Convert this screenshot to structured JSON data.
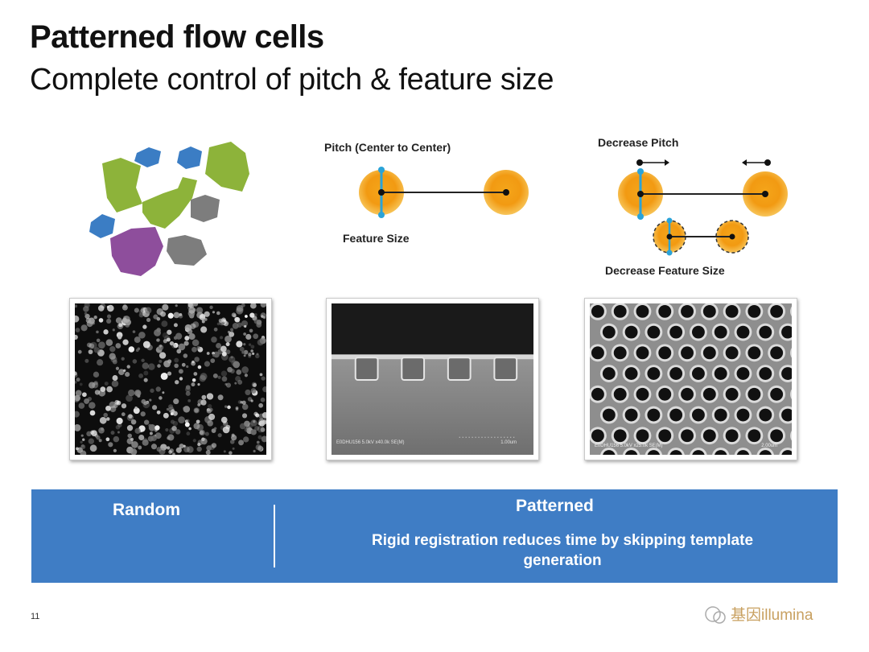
{
  "slide": {
    "title": "Patterned flow cells",
    "subtitle": "Complete control of pitch & feature size",
    "page_number": "11"
  },
  "diagram_pitch": {
    "pitch_label": "Pitch (Center to Center)",
    "feature_label": "Feature Size"
  },
  "diagram_decrease": {
    "pitch_label": "Decrease Pitch",
    "feature_label": "Decrease Feature Size"
  },
  "images": {
    "sem1_caption": "E0DHU156 5.0kV x40.0k SE(M)",
    "sem1_scale": "1.00um",
    "sem2_caption": "E0DHU156 5.0kV x25.0k SE(M)",
    "sem2_scale": "2.00um"
  },
  "banner": {
    "random_label": "Random",
    "patterned_label": "Patterned",
    "patterned_desc": "Rigid registration reduces time by skipping template generation"
  },
  "watermark": {
    "text": "基因illumina"
  },
  "colors": {
    "banner_blue": "#3f7dc5",
    "cluster_green": "#8db33a",
    "cluster_blue": "#3b7dc4",
    "cluster_purple": "#8e4e9c",
    "cluster_gray": "#7d7d7d",
    "well_orange": "#f29a12",
    "marker_cyan": "#2aa3d8"
  }
}
